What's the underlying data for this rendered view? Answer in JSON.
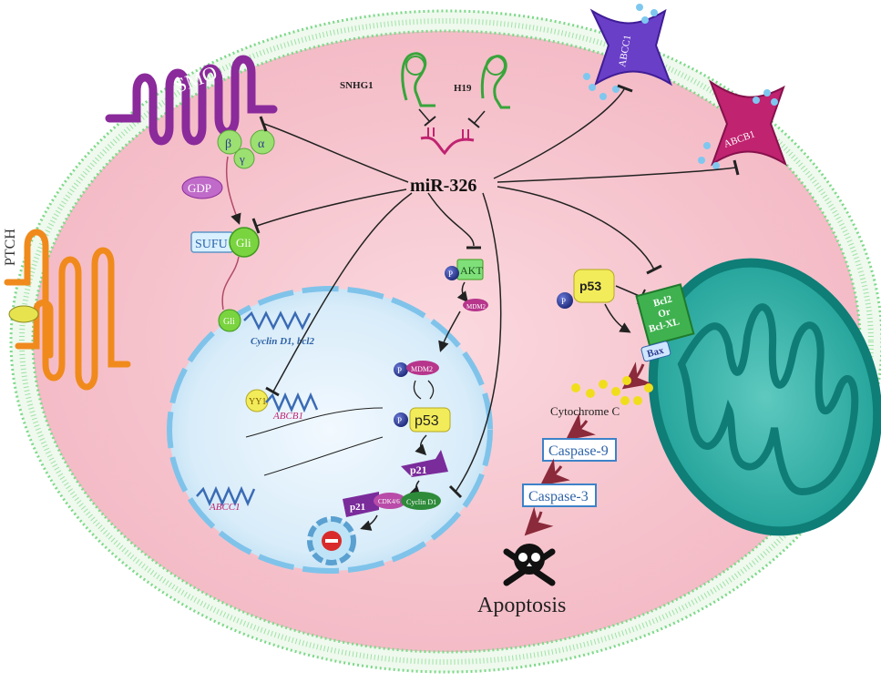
{
  "labels": {
    "mir": "miR-326",
    "smo": "SMO",
    "ptch": "PTCH",
    "snhg1": "SNHG1",
    "h19": "H19",
    "abcc1_transporter": "ABCC1",
    "abcb1_transporter": "ABCB1",
    "gdp": "GDP",
    "g_beta": "β",
    "g_gamma": "γ",
    "g_alpha": "α",
    "sufu": "SUFU",
    "gli": "Gli",
    "gli_nucleus": "Gli",
    "cyclin_gene": "Cyclin D1, bcl2",
    "yy1": "YY1",
    "abcb1_gene": "ABCB1",
    "abcc1_gene": "ABCC1",
    "akt": "AKT",
    "p": "P",
    "mdm2": "MDM2",
    "p53_nucleus": "p53",
    "p21": "p21",
    "cdk": "CDK4/6",
    "cyclin_d1": "Cyclin D1",
    "p53_cytoplasm": "p53",
    "bcl2": "Bcl2\nOr\nBcl-XL",
    "bax": "Bax",
    "cytochrome": "Cytochrome C",
    "caspase9": "Caspase-9",
    "caspase3": "Caspase-3",
    "apoptosis": "Apoptosis"
  },
  "colors": {
    "cytoplasm": "#f7c9d2",
    "membrane": "#7ed98a",
    "nucleus": "#d6ecf8",
    "nucleus_border": "#7fc3ea",
    "mito_outer": "#0e8f87",
    "smo": "#8b2a9b",
    "ptch": "#f08a1c",
    "abcc1": "#6a3fc8",
    "abcb1": "#c02370",
    "inhibit_line": "#222222",
    "p_circle": "#2e3c8f",
    "gli": "#7ad43f",
    "akt": "#7fe07a",
    "mdm2": "#b7368c",
    "p53": "#f3ec5a",
    "bcl2": "#3fb24f",
    "caspase_border": "#3d82c8"
  },
  "icons": [
    "skull-icon",
    "cell-cycle-arrest-icon",
    "dna-icon",
    "hairpin-rna-icon"
  ]
}
